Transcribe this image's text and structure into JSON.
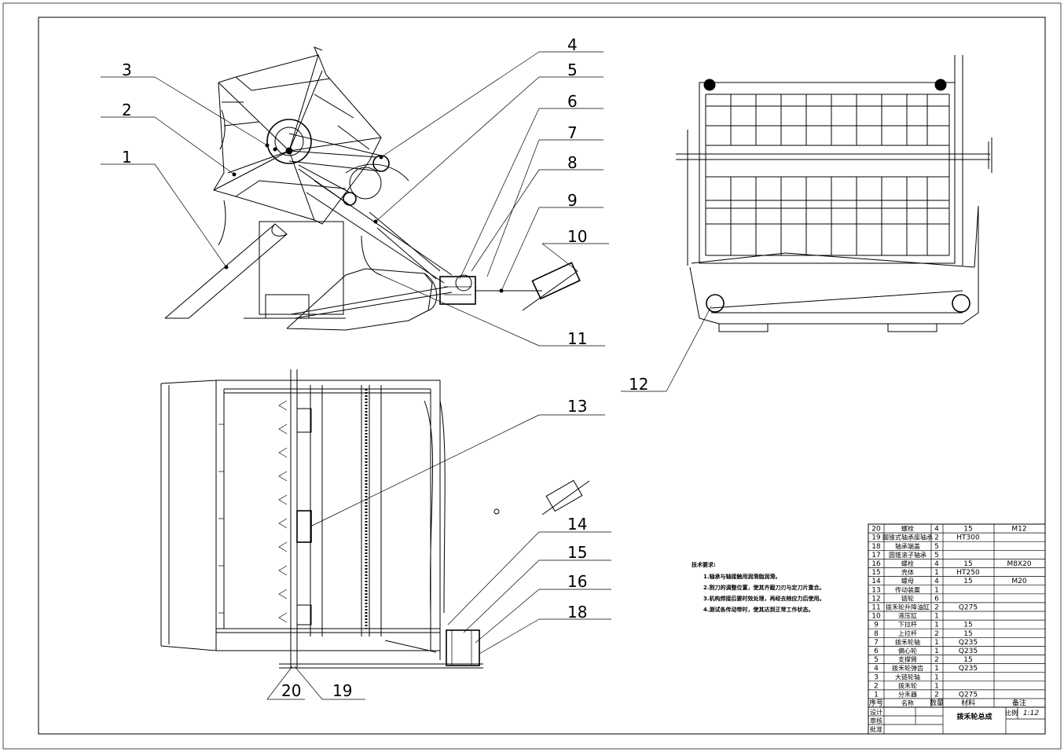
{
  "callouts": [
    "1",
    "2",
    "3",
    "4",
    "5",
    "6",
    "7",
    "8",
    "9",
    "10",
    "11",
    "12",
    "13",
    "14",
    "15",
    "16",
    "18",
    "19",
    "20"
  ],
  "tech_notes": {
    "title": "技术要求:",
    "items": [
      "1.轴承与轴接触用润滑脂润滑。",
      "2.割刀的调整位置，使其齐截刀刃与定刀片重合。",
      "3.机构焊接后要时效处理，再经去除应力后使用。",
      "4.测试各传动带时，使其达到正常工作状态。"
    ]
  },
  "bom": [
    {
      "no": "20",
      "name": "螺栓",
      "qty": "4",
      "material": "15",
      "note": "M12"
    },
    {
      "no": "19",
      "name": "圆锥式轴承座轴承",
      "qty": "2",
      "material": "HT300",
      "note": ""
    },
    {
      "no": "18",
      "name": "轴承端盖",
      "qty": "5",
      "material": "",
      "note": ""
    },
    {
      "no": "17",
      "name": "圆锥滚子轴承",
      "qty": "5",
      "material": "",
      "note": ""
    },
    {
      "no": "16",
      "name": "螺栓",
      "qty": "4",
      "material": "15",
      "note": "M8X20"
    },
    {
      "no": "15",
      "name": "壳体",
      "qty": "1",
      "material": "HT250",
      "note": ""
    },
    {
      "no": "14",
      "name": "螺母",
      "qty": "4",
      "material": "15",
      "note": "M20"
    },
    {
      "no": "13",
      "name": "传动装置",
      "qty": "1",
      "material": "",
      "note": ""
    },
    {
      "no": "12",
      "name": "链轮",
      "qty": "6",
      "material": "",
      "note": ""
    },
    {
      "no": "11",
      "name": "拨禾轮升降油缸",
      "qty": "2",
      "material": "Q275",
      "note": ""
    },
    {
      "no": "10",
      "name": "液压缸",
      "qty": "1",
      "material": "",
      "note": ""
    },
    {
      "no": "9",
      "name": "下拉杆",
      "qty": "1",
      "material": "15",
      "note": ""
    },
    {
      "no": "8",
      "name": "上拉杆",
      "qty": "2",
      "material": "15",
      "note": ""
    },
    {
      "no": "7",
      "name": "拨禾轮轴",
      "qty": "1",
      "material": "Q235",
      "note": ""
    },
    {
      "no": "6",
      "name": "偏心轮",
      "qty": "1",
      "material": "Q235",
      "note": ""
    },
    {
      "no": "5",
      "name": "支撑臂",
      "qty": "2",
      "material": "15",
      "note": ""
    },
    {
      "no": "4",
      "name": "拨禾轮弹齿",
      "qty": "1",
      "material": "Q235",
      "note": ""
    },
    {
      "no": "3",
      "name": "大链轮轴",
      "qty": "1",
      "material": "",
      "note": ""
    },
    {
      "no": "2",
      "name": "拨禾轮",
      "qty": "1",
      "material": "",
      "note": ""
    },
    {
      "no": "1",
      "name": "分禾器",
      "qty": "2",
      "material": "Q275",
      "note": ""
    }
  ],
  "bom_header": {
    "no": "序号",
    "name": "名称",
    "qty": "数量",
    "material": "材料",
    "note": "备注"
  },
  "title_block": {
    "title": "拨禾轮总成",
    "scale_label": "比例",
    "scale": "1:12",
    "designer": "设计",
    "checker": "审核",
    "approver": "批准"
  }
}
